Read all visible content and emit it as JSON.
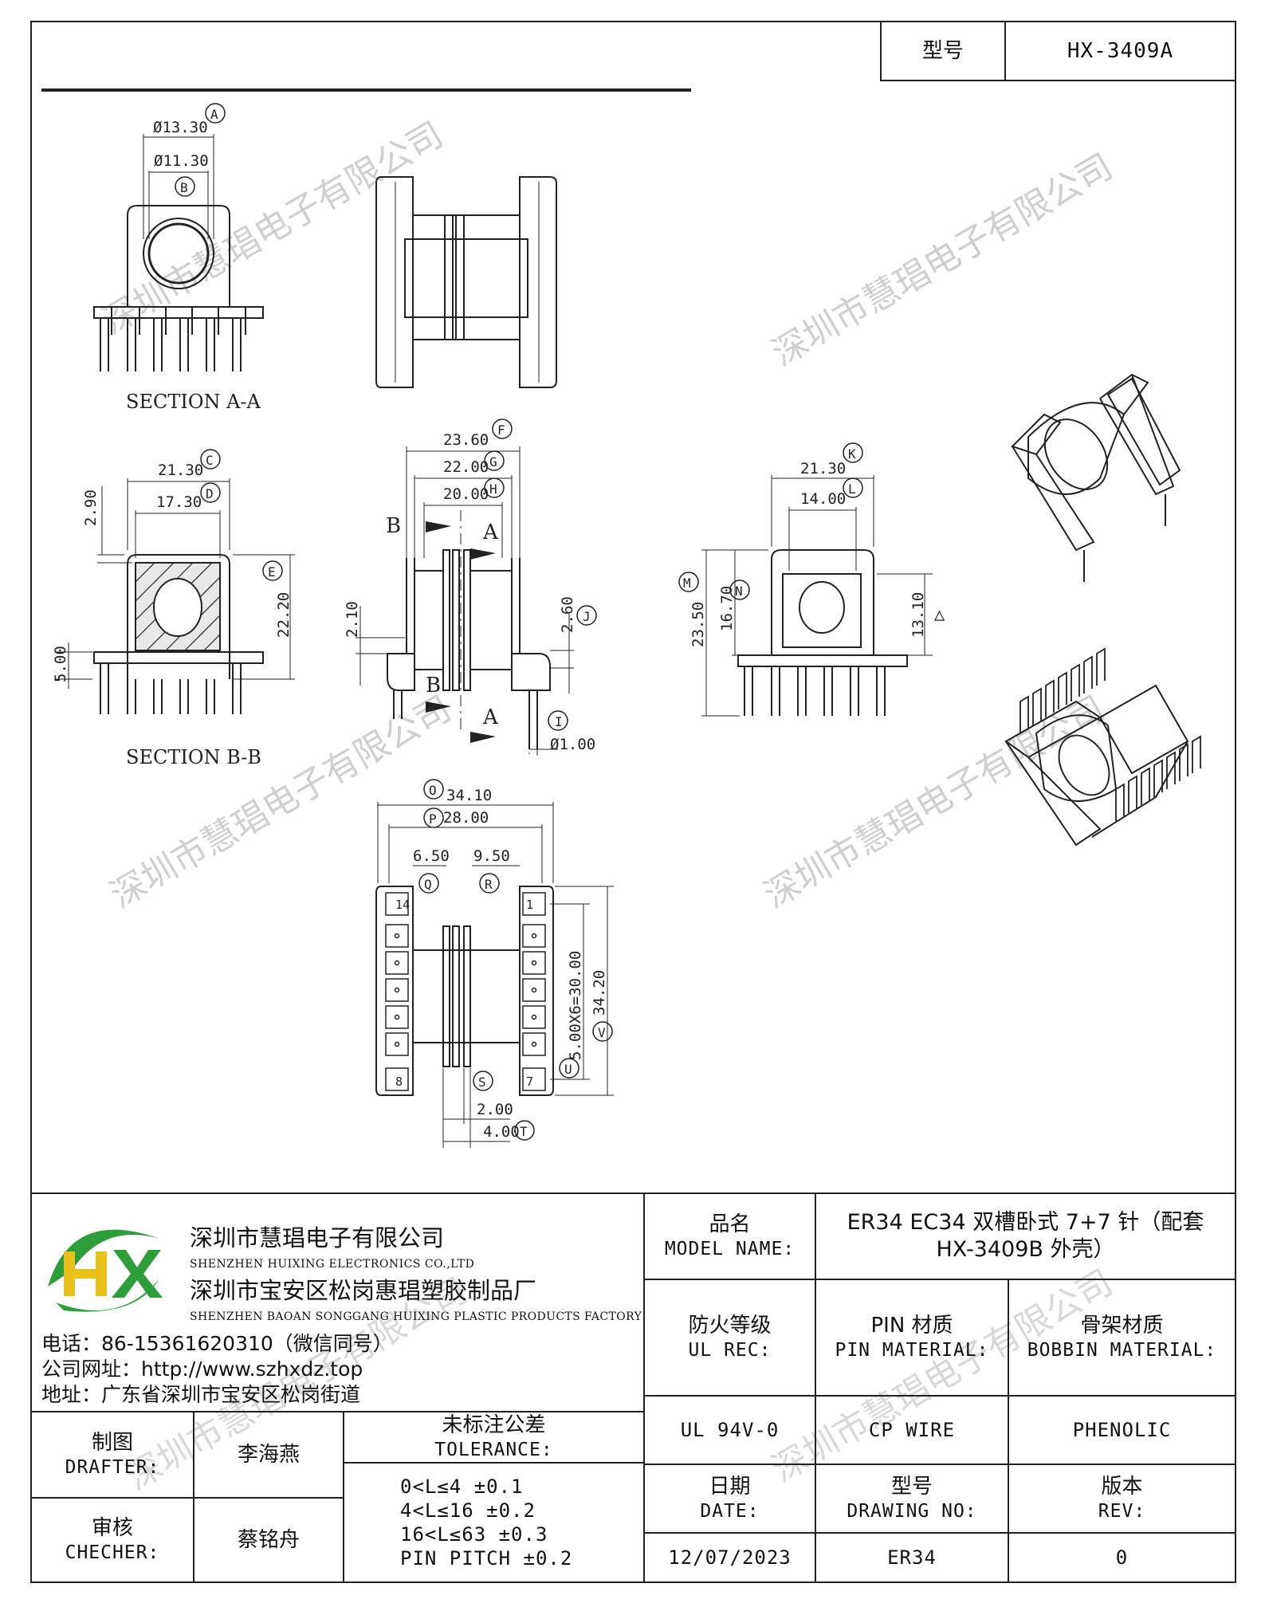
{
  "header": {
    "model_label": "型号",
    "model_value": "HX-3409A"
  },
  "watermark": "深圳市慧琩电子有限公司",
  "views": {
    "section_aa": {
      "title": "SECTION A-A",
      "dims": [
        {
          "value": "Ø13.30",
          "tag": "A"
        },
        {
          "value": "Ø11.30",
          "tag": "B"
        }
      ]
    },
    "section_bb": {
      "title": "SECTION B-B",
      "dims": [
        {
          "value": "21.30",
          "tag": "C"
        },
        {
          "value": "17.30",
          "tag": "D"
        },
        {
          "value": "2.90",
          "tag": ""
        },
        {
          "value": "22.20",
          "tag": "E"
        },
        {
          "value": "5.00",
          "tag": ""
        }
      ]
    },
    "front": {
      "section_letters": [
        "B",
        "A",
        "B",
        "A"
      ],
      "dims": [
        {
          "value": "23.60",
          "tag": "F"
        },
        {
          "value": "22.00",
          "tag": "G"
        },
        {
          "value": "20.00",
          "tag": "H"
        },
        {
          "value": "2.10",
          "tag": ""
        },
        {
          "value": "2.60",
          "tag": "J"
        },
        {
          "value": "Ø1.00",
          "tag": "I"
        }
      ]
    },
    "side": {
      "dims": [
        {
          "value": "21.30",
          "tag": "K"
        },
        {
          "value": "14.00",
          "tag": "L"
        },
        {
          "value": "23.50",
          "tag": "M"
        },
        {
          "value": "16.70",
          "tag": "N"
        },
        {
          "value": "13.10",
          "tag": "△"
        }
      ]
    },
    "bottom": {
      "pin_labels": [
        "14",
        "8",
        "1",
        "7"
      ],
      "dims": [
        {
          "value": "34.10",
          "tag": "O"
        },
        {
          "value": "28.00",
          "tag": "P"
        },
        {
          "value": "6.50",
          "tag": "Q"
        },
        {
          "value": "9.50",
          "tag": "R"
        },
        {
          "value": "5.00X6=30.00",
          "tag": "U"
        },
        {
          "value": "34.20",
          "tag": "V"
        },
        {
          "value": "2.00",
          "tag": "S"
        },
        {
          "value": "4.00",
          "tag": "T"
        }
      ]
    }
  },
  "title_block": {
    "company_cn": "深圳市慧琩电子有限公司",
    "company_en": "SHENZHEN HUIXING ELECTRONICS CO.,LTD",
    "factory_cn": "深圳市宝安区松岗惠琩塑胶制品厂",
    "factory_en": "SHENZHEN BAOAN SONGGANG HUIXING PLASTIC PRODUCTS FACTORY",
    "phone": "电话：86-15361620310（微信同号）",
    "website": "公司网址：http://www.szhxdz.top",
    "address": "地址：广东省深圳市宝安区松岗街道",
    "logo_letters": "HX",
    "model_name_label_cn": "品名",
    "model_name_label_en": "MODEL NAME:",
    "model_name_line1": "ER34 EC34 双槽卧式 7+7 针（配套",
    "model_name_line2": "HX-3409B 外壳）",
    "ul_label_cn": "防火等级",
    "ul_label_en": "UL REC:",
    "pin_label_cn": "PIN 材质",
    "pin_label_en": "PIN MATERIAL:",
    "bobbin_label_cn": "骨架材质",
    "bobbin_label_en": "BOBBIN MATERIAL:",
    "ul_value": "UL 94V-0",
    "pin_value": "CP WIRE",
    "bobbin_value": "PHENOLIC",
    "drafter_label_cn": "制图",
    "drafter_label_en": "DRAFTER:",
    "drafter_value": "李海燕",
    "checker_label_cn": "审核",
    "checker_label_en": "CHECHER:",
    "checker_value": "蔡铭舟",
    "tolerance_label_cn": "未标注公差",
    "tolerance_label_en": "TOLERANCE:",
    "tolerance_lines": [
      "0<L≤4  ±0.1",
      "4<L≤16 ±0.2",
      "16<L≤63 ±0.3",
      "PIN PITCH ±0.2"
    ],
    "date_label_cn": "日期",
    "date_label_en": "DATE:",
    "date_value": "12/07/2023",
    "drawing_label_cn": "型号",
    "drawing_label_en": "DRAWING NO:",
    "drawing_value": "ER34",
    "rev_label_cn": "版本",
    "rev_label_en": "REV:",
    "rev_value": "0"
  },
  "colors": {
    "line": "#222222",
    "logo_green": "#2e9e3a",
    "logo_yellow": "#e8c21a",
    "watermark": "#c8c8c8"
  }
}
